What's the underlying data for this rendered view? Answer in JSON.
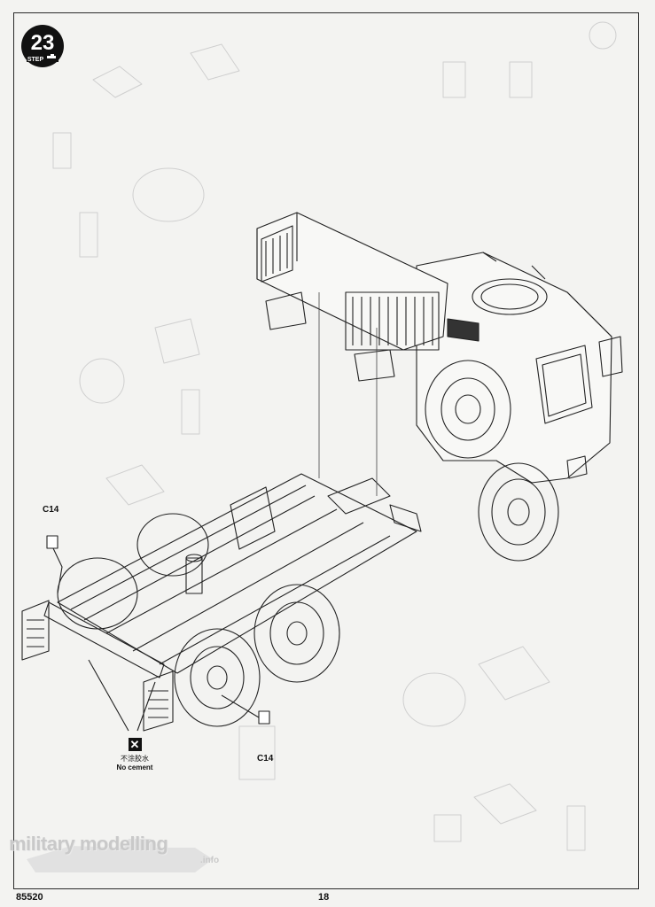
{
  "step": {
    "number": "23",
    "label": "STEP"
  },
  "parts": {
    "top_left": "C14",
    "bottom_right": "C14"
  },
  "note": {
    "chinese": "不涂胶水",
    "english": "No cement"
  },
  "footer": {
    "kit_number": "85520",
    "page_number": "18"
  },
  "watermark": {
    "brand": "military modelling",
    "suffix": ".info"
  }
}
